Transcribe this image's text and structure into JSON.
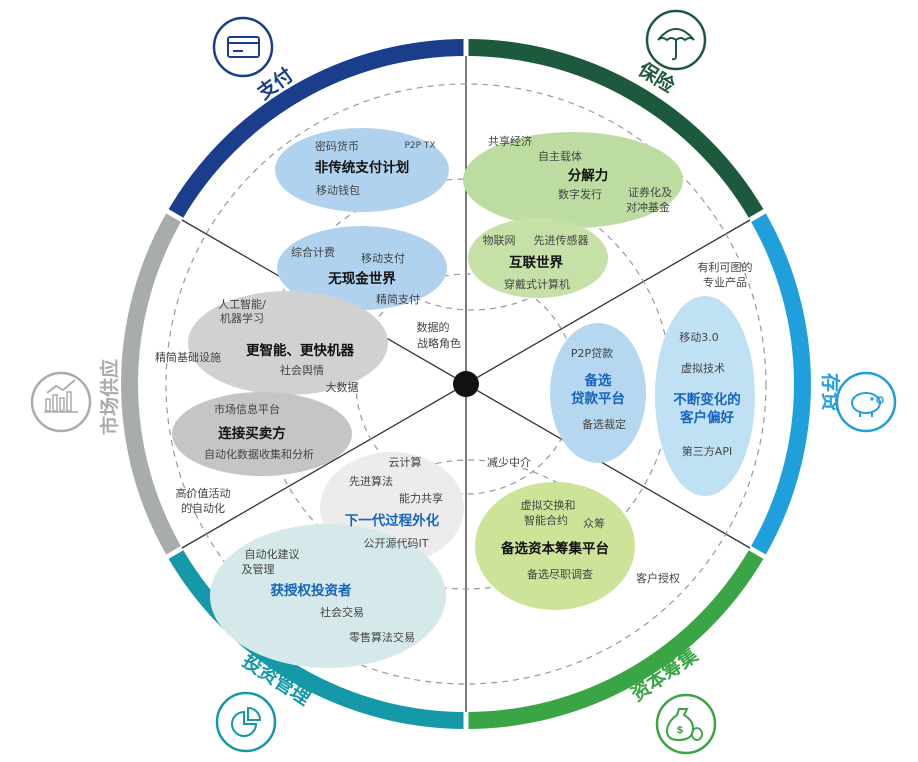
{
  "colors": {
    "payment": "#1a3e8c",
    "insurance": "#1d5a3d",
    "deposit": "#1f9fdc",
    "capital": "#3aa544",
    "investment": "#1598a8",
    "market": "#a9acad"
  },
  "segments": {
    "payment": "支付",
    "insurance": "保险",
    "deposit": "存贷",
    "capital": "资本筹集",
    "investment": "投资管理",
    "market": "市场供应"
  },
  "icons": {
    "payment": "credit-card-icon",
    "insurance": "umbrella-icon",
    "deposit": "piggy-bank-icon",
    "capital": "money-bag-icon",
    "investment": "pie-chart-icon",
    "market": "bar-chart-icon"
  },
  "clusters": {
    "c1": {
      "title": "非传统支付计划",
      "items": [
        "密码货币",
        "P2P TX",
        "移动钱包"
      ]
    },
    "c2": {
      "title": "无现金世界",
      "items": [
        "综合计费",
        "移动支付",
        "精简支付"
      ]
    },
    "c3": {
      "title": "分解力",
      "items": [
        "共享经济",
        "自主载体",
        "数字发行",
        "证券化及",
        "对冲基金"
      ]
    },
    "c4": {
      "title": "互联世界",
      "items": [
        "物联网",
        "先进传感器",
        "穿戴式计算机"
      ]
    },
    "c5": {
      "title": "更智能、更快机器",
      "items": [
        "人工智能/",
        "机器学习",
        "社会舆情",
        "大数据"
      ]
    },
    "c6": {
      "title": "连接买卖方",
      "items": [
        "市场信息平台",
        "自动化数据收集和分析"
      ]
    },
    "c7": {
      "title_lines": [
        "备选",
        "贷款平台"
      ],
      "items": [
        "P2P贷款",
        "备选裁定"
      ]
    },
    "c8": {
      "title_lines": [
        "不断变化的",
        "客户偏好"
      ],
      "items": [
        "移动3.0",
        "虚拟技术",
        "第三方API"
      ]
    },
    "c9": {
      "title": "下一代过程外化",
      "items": [
        "云计算",
        "先进算法",
        "能力共享",
        "公开源代码IT"
      ]
    },
    "c10": {
      "title": "备选资本筹集平台",
      "items": [
        "虚拟交换和",
        "智能合约",
        "众筹",
        "备选尽职调查"
      ]
    },
    "c11": {
      "title": "获授权投资者",
      "items": [
        "自动化建议",
        "及管理",
        "社会交易",
        "零售算法交易"
      ]
    }
  },
  "floating_labels": {
    "strategic_data": [
      "数据的",
      "战略角色"
    ],
    "profitable_products": [
      "有利可图的",
      "专业产品"
    ],
    "lean_infra": "精简基础设施",
    "high_value_auto": [
      "高价值活动",
      "的自动化"
    ],
    "less_intermediation": "减少中介",
    "customer_auth": "客户授权"
  }
}
